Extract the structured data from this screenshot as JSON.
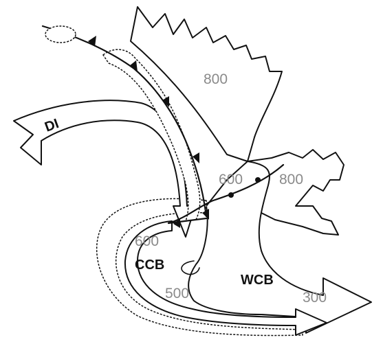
{
  "labels": {
    "di": "DI",
    "ccb": "CCB",
    "wcb": "WCB"
  },
  "pressure_levels": {
    "upper_800": "800",
    "mid_600": "600",
    "right_800": "800",
    "left_600": "600",
    "lower_500": "500",
    "right_300": "300"
  }
}
